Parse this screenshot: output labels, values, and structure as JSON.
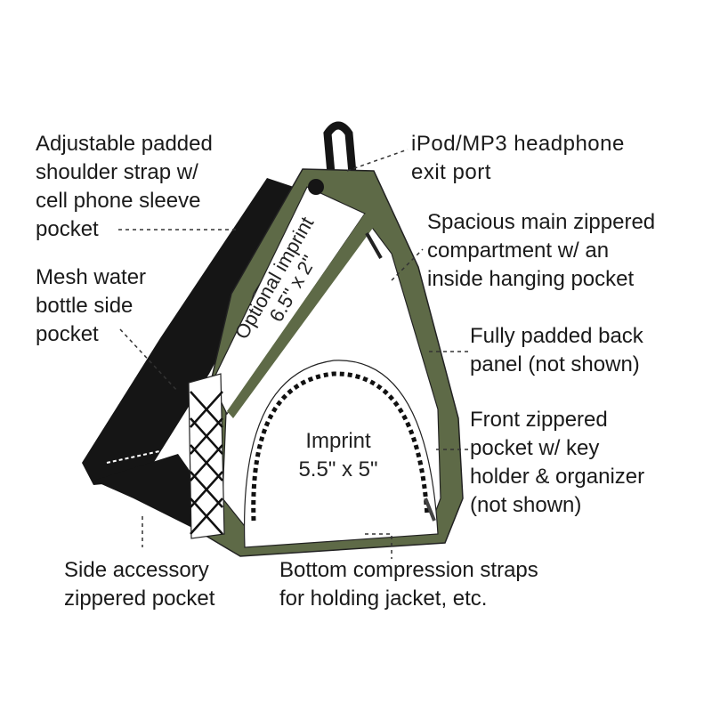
{
  "labels": {
    "strap": "Adjustable padded\nshoulder strap w/\ncell phone sleeve\npocket",
    "headphone": "iPod/MP3 headphone\nexit port",
    "main": "Spacious main zippered\ncompartment w/ an\ninside hanging pocket",
    "mesh": "Mesh water\nbottle side\npocket",
    "back": "Fully padded back\npanel (not shown)",
    "front": "Front zippered\npocket w/ key\nholder & organizer\n(not shown)",
    "side": "Side accessory\nzippered pocket",
    "bottom": "Bottom compression straps\nfor holding jacket, etc."
  },
  "imprints": {
    "optional_line1": "Optional imprint",
    "optional_line2": "6.5\" x 2\"",
    "main_line1": "Imprint",
    "main_line2": "5.5\" x 5\""
  },
  "colors": {
    "bag_green": "#5e6a47",
    "strap_black": "#151515"
  }
}
